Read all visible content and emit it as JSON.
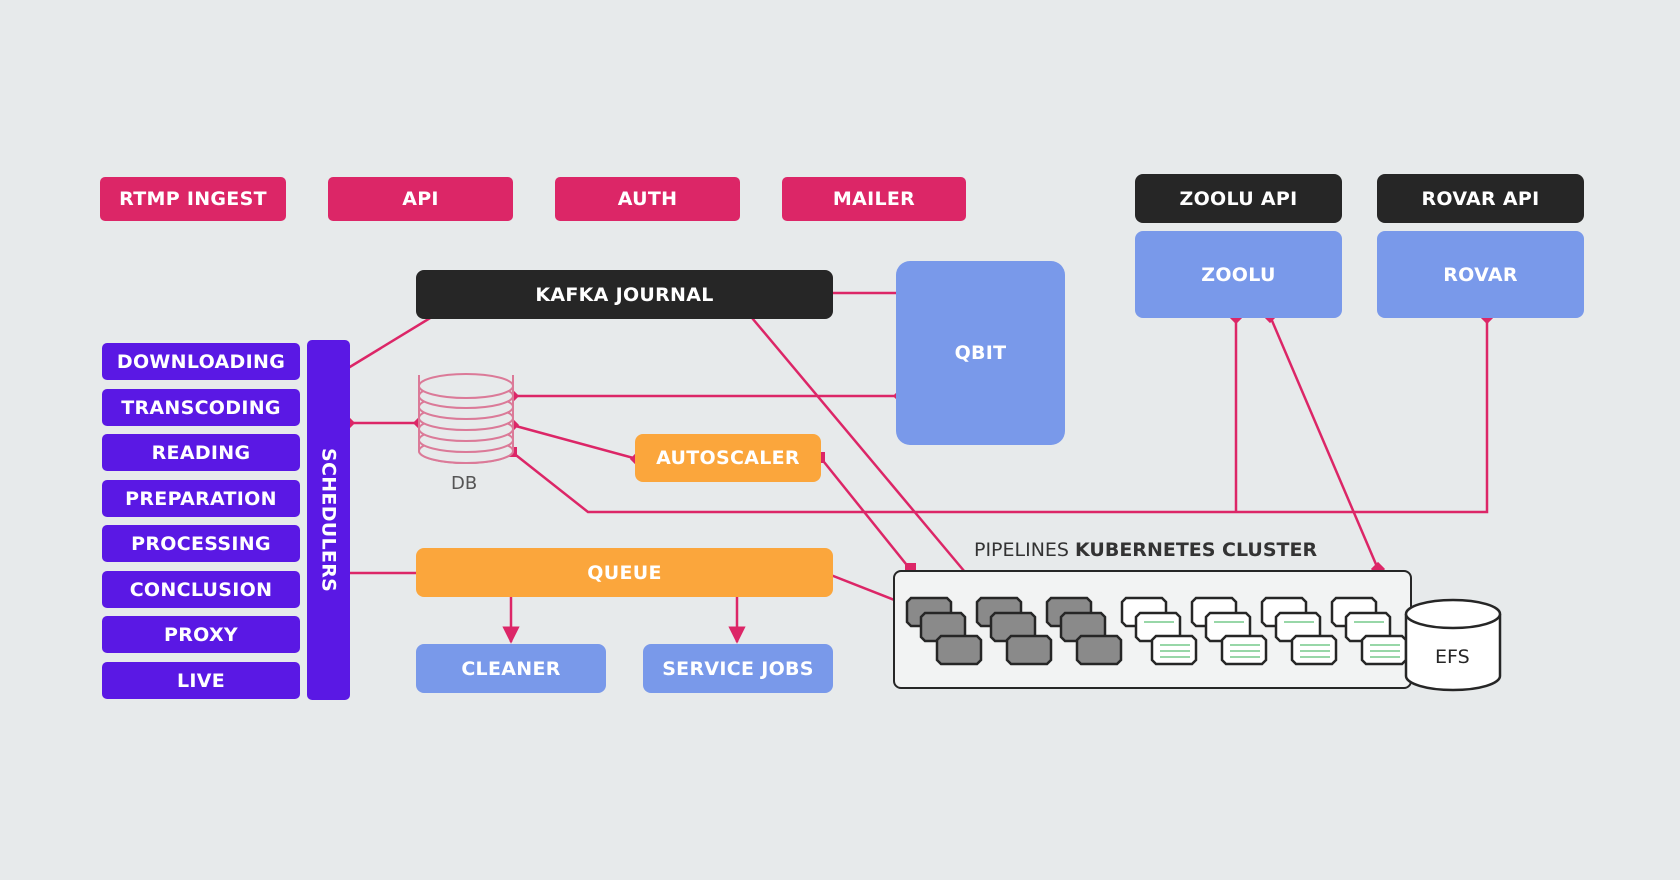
{
  "top_services": [
    "RTMP INGEST",
    "API",
    "AUTH",
    "MAILER"
  ],
  "external_apis": {
    "zoolu_api": "ZOOLU API",
    "rovar_api": "ROVAR API"
  },
  "external_services": {
    "zoolu": "ZOOLU",
    "rovar": "ROVAR"
  },
  "kafka": "KAFKA JOURNAL",
  "qbit": "QBIT",
  "db": "DB",
  "autoscaler": "AUTOSCALER",
  "queue": "QUEUE",
  "workers": {
    "cleaner": "CLEANER",
    "service_jobs": "SERVICE JOBS"
  },
  "stages": [
    "DOWNLOADING",
    "TRANSCODING",
    "READING",
    "PREPARATION",
    "PROCESSING",
    "CONCLUSION",
    "PROXY",
    "LIVE"
  ],
  "schedulers": "SCHEDULERS",
  "cluster": {
    "prefix": "PIPELINES ",
    "bold": "KUBERNETES CLUSTER"
  },
  "efs": "EFS",
  "colors": {
    "background": "#e7eaeb",
    "connector": "#dc2667",
    "service": "#dc2667",
    "external_api": "#262626",
    "external_service": "#7999ea",
    "pipeline_stage": "#5a18e4",
    "scaler_queue": "#fba63c"
  }
}
